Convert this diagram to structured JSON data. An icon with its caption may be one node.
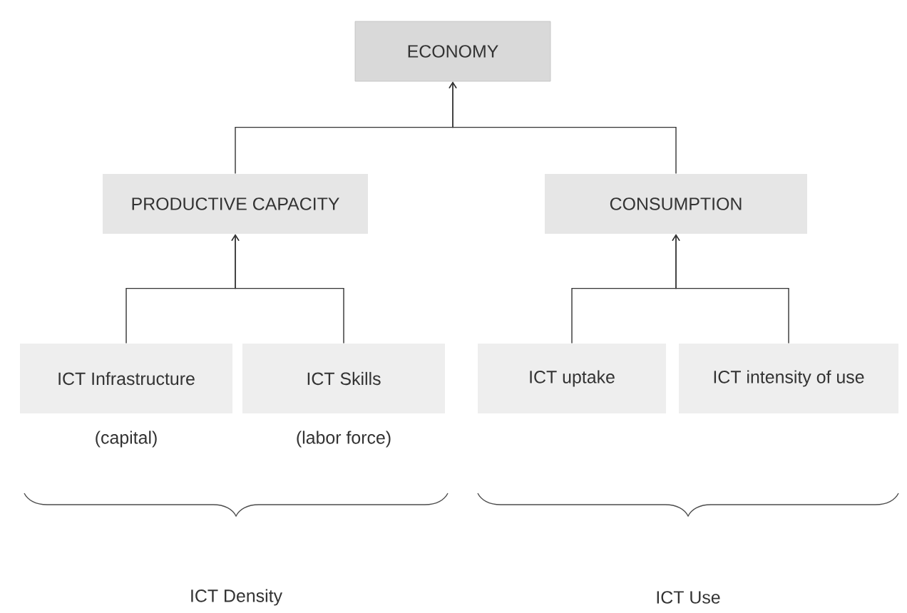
{
  "diagram": {
    "nodes": [
      {
        "text": [
          "ECONOMY"
        ]
      },
      {
        "text": [
          "PRODUCTIVE CAPACITY"
        ]
      },
      {
        "text": [
          "CONSUMPTION"
        ]
      },
      {
        "text": [
          "ICT Infrastructure"
        ],
        "beside": [
          "(capital)"
        ]
      },
      {
        "text": [
          "ICT Skills"
        ],
        "beside": [
          "(labor force)"
        ]
      },
      {
        "text": [
          "ICT uptake"
        ]
      },
      {
        "text": [
          "ICT intensity of use"
        ]
      }
    ],
    "edges": [
      {
        "from": 1,
        "to": 0,
        "arrow": "to"
      },
      {
        "from": 2,
        "to": 0,
        "arrow": "to"
      },
      {
        "from": 3,
        "to": 1,
        "arrow": "to"
      },
      {
        "from": 4,
        "to": 1,
        "arrow": "to"
      },
      {
        "from": 5,
        "to": 2,
        "arrow": "to"
      },
      {
        "from": 6,
        "to": 2,
        "arrow": "to"
      }
    ],
    "labels": [
      "ICT Density",
      "ICT Use"
    ]
  }
}
